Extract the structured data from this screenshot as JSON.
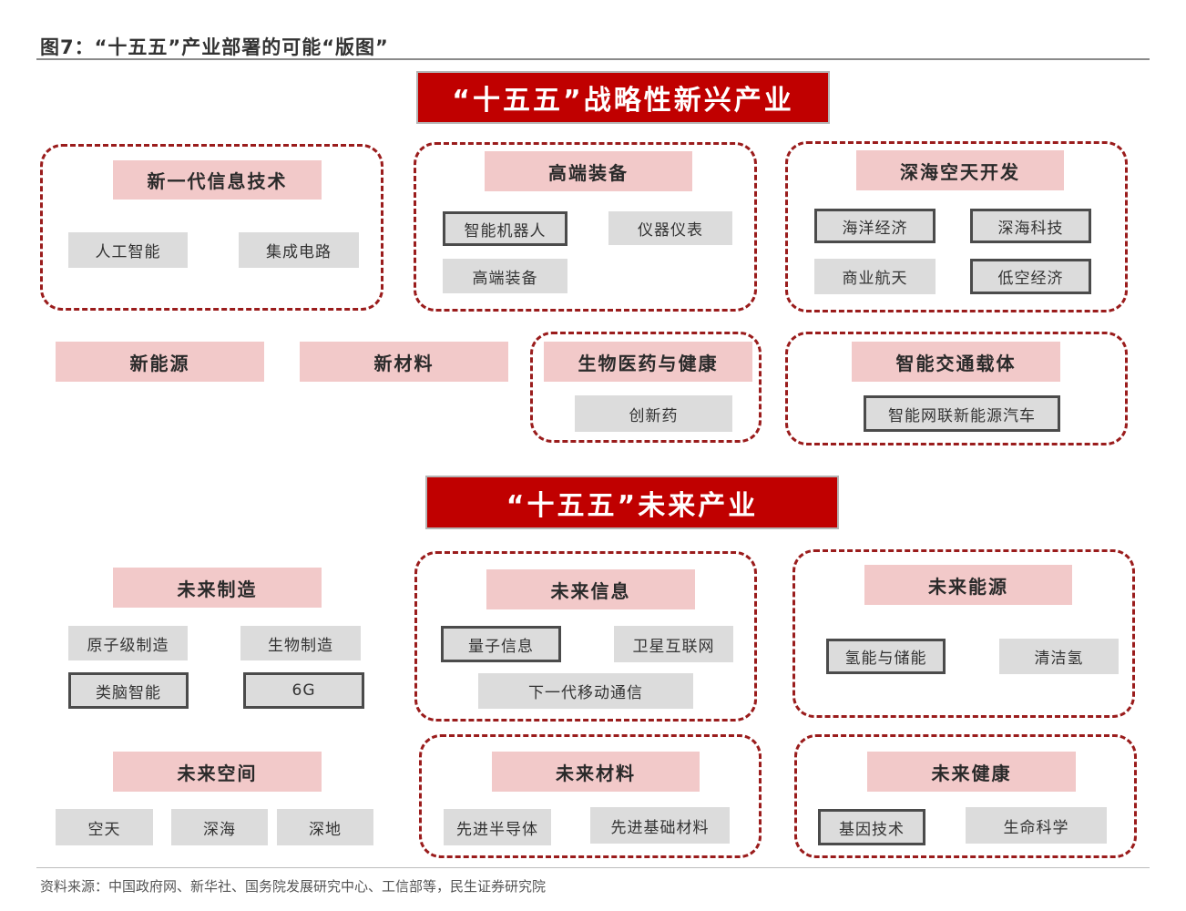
{
  "figure_title": "图7：“十五五”产业部署的可能“版图”",
  "strategic": {
    "title": "“十五五”战略性新兴产业",
    "new_gen_it": {
      "label": "新一代信息技术",
      "items": [
        "人工智能",
        "集成电路"
      ]
    },
    "high_end_equipment": {
      "label": "高端装备",
      "items": [
        "智能机器人",
        "仪器仪表",
        "高端装备"
      ]
    },
    "deep_sea_space": {
      "label": "深海空天开发",
      "items": [
        "海洋经济",
        "深海科技",
        "商业航天",
        "低空经济"
      ]
    },
    "new_energy": {
      "label": "新能源"
    },
    "new_materials": {
      "label": "新材料"
    },
    "biomedicine": {
      "label": "生物医药与健康",
      "items": [
        "创新药"
      ]
    },
    "smart_transport": {
      "label": "智能交通载体",
      "items": [
        "智能网联新能源汽车"
      ]
    }
  },
  "future": {
    "title": "“十五五”未来产业",
    "manufacturing": {
      "label": "未来制造",
      "items": [
        "原子级制造",
        "生物制造",
        "类脑智能",
        "6G"
      ]
    },
    "information": {
      "label": "未来信息",
      "items": [
        "量子信息",
        "卫星互联网",
        "下一代移动通信"
      ]
    },
    "energy": {
      "label": "未来能源",
      "items": [
        "氢能与储能",
        "清洁氢"
      ]
    },
    "space": {
      "label": "未来空间",
      "items": [
        "空天",
        "深海",
        "深地"
      ]
    },
    "materials": {
      "label": "未来材料",
      "items": [
        "先进半导体",
        "先进基础材料"
      ]
    },
    "health": {
      "label": "未来健康",
      "items": [
        "基因技术",
        "生命科学"
      ]
    }
  },
  "source": "资料来源：中国政府网、新华社、国务院发展研究中心、工信部等，民生证券研究院"
}
